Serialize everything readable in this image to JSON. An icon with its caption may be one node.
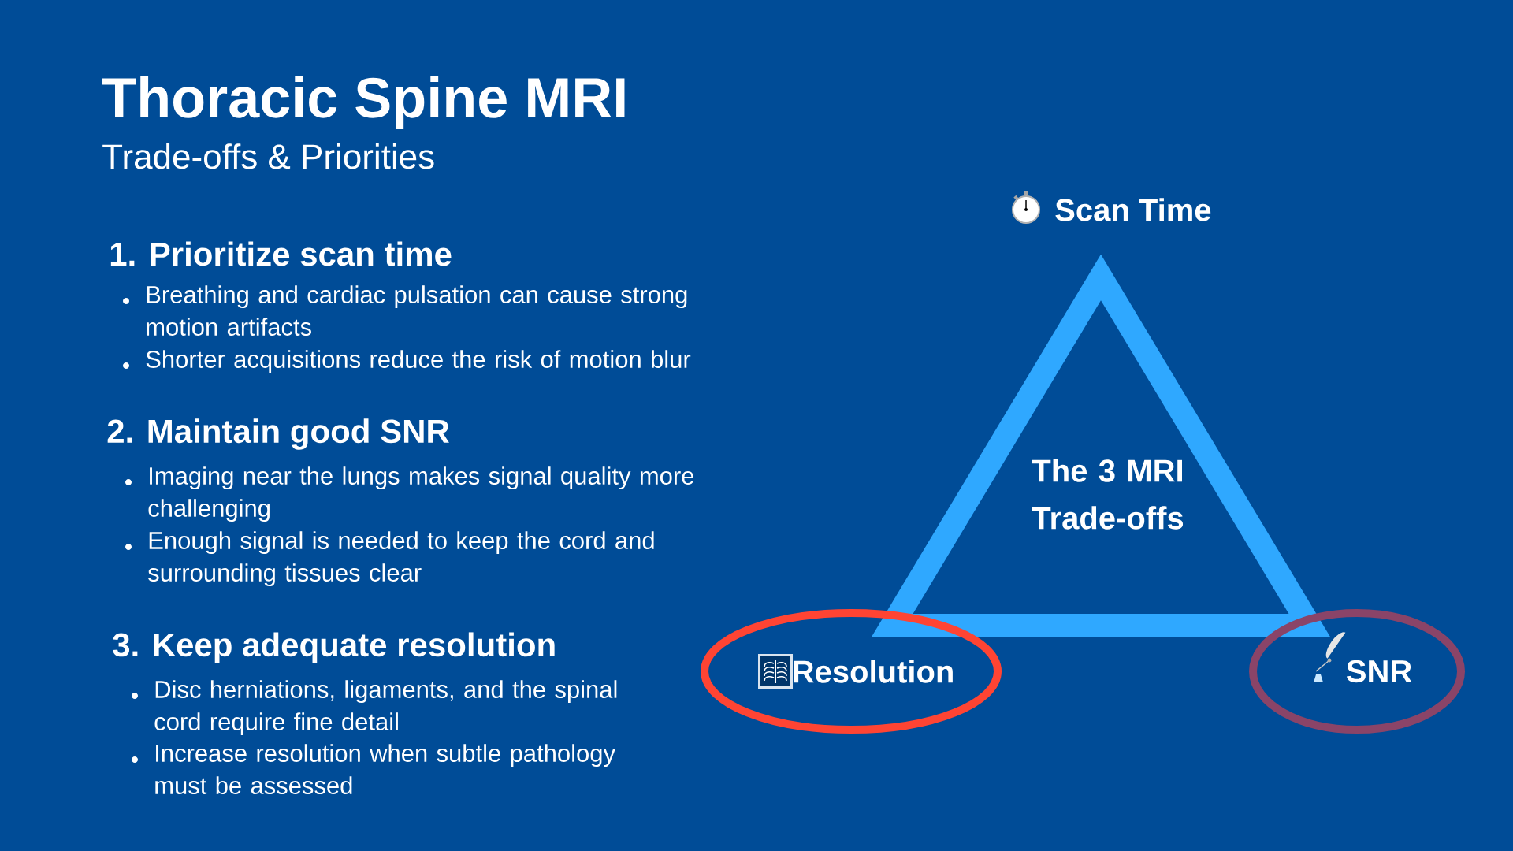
{
  "diagram": {
    "title": "Thoracic Spine MRI",
    "nodes": [
      {
        "text": [
          "The 3 MRI Trade-offs"
        ]
      },
      {
        "text": [
          "Resolution"
        ]
      },
      {
        "text": [
          "SNR"
        ]
      }
    ],
    "labels": [
      "Trade-offs & Priorities",
      "1. Prioritize scan time",
      "Breathing and cardiac pulsation can cause strong motion artifacts",
      "Shorter acquisitions reduce the risk of motion blur",
      "2. Maintain good SNR",
      "Imaging near the lungs makes signal quality more challenging",
      "Enough signal is needed to keep the cord and surrounding tissues clear",
      "3. Keep adequate resolution",
      "Disc herniations, ligaments, and the spinal cord require fine detail",
      "Increase resolution when subtle pathology must be assessed",
      "Scan Time"
    ]
  }
}
